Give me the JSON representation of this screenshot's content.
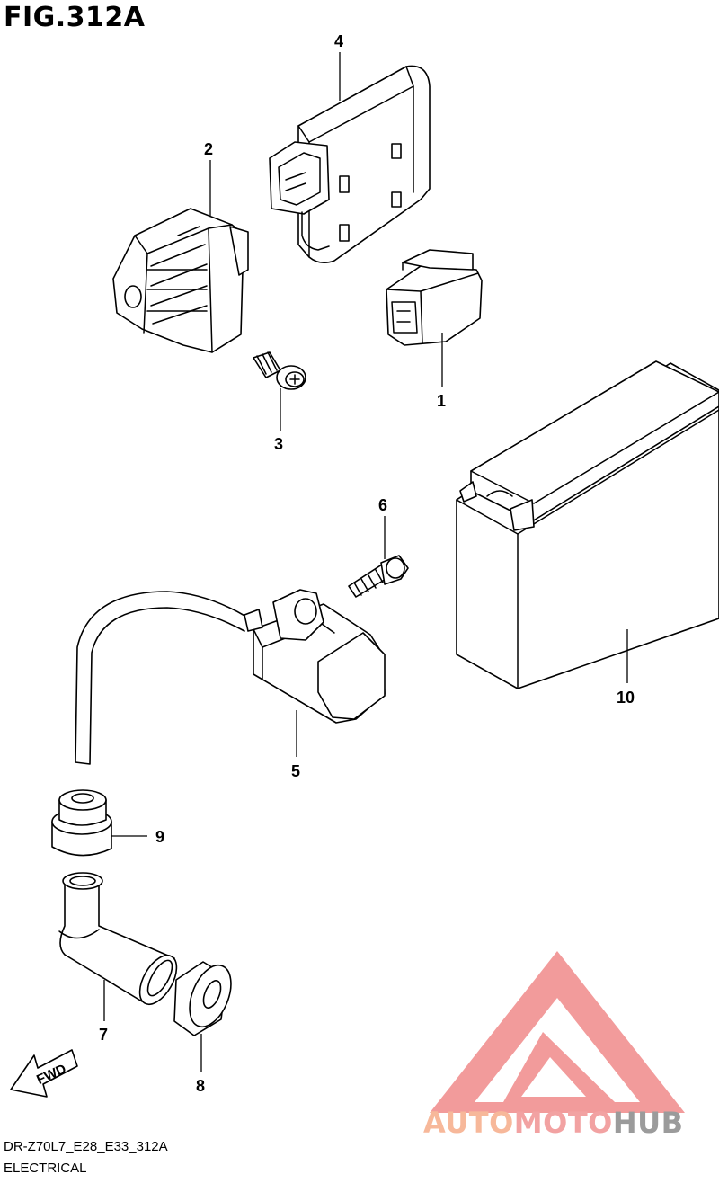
{
  "header": {
    "figure_title": "FIG.312A"
  },
  "footer": {
    "model_code": "DR-Z70L7_E28_E33_312A",
    "section_name": "ELECTRICAL"
  },
  "callouts": {
    "p1": "1",
    "p2": "2",
    "p3": "3",
    "p4": "4",
    "p5": "5",
    "p6": "6",
    "p7": "7",
    "p8": "8",
    "p9": "9",
    "p10": "10"
  },
  "fwd_label": "FWD",
  "watermark": {
    "part1": "AUTO",
    "part2": "MOTO",
    "part3": "HUB",
    "colors": {
      "auto": "#f7b89a",
      "moto": "#f2a2a2",
      "hub": "#9b9b9b",
      "logo": "#f08a8a"
    }
  }
}
